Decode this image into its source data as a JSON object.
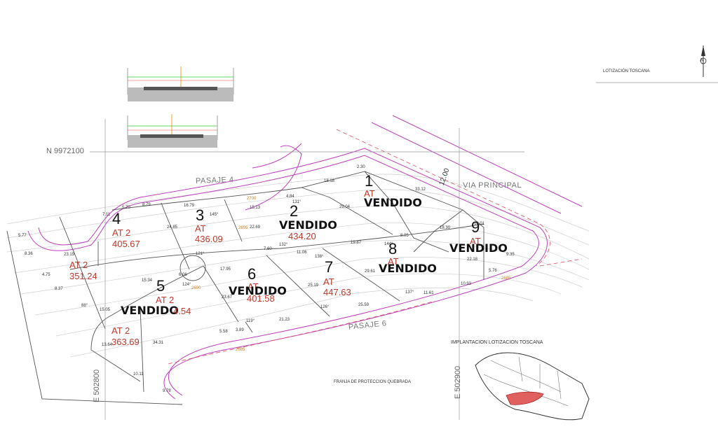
{
  "map": {
    "title": "LOTIZACIÓN TOSCANA",
    "inset_title": "IMPLANTACION LOTIZACION TOSCANA",
    "protection_strip": "FRANJA DE PROTECCION QUEBRADA",
    "north_arrow": "N",
    "coordinates": {
      "north": "N 9972100",
      "east_left": "E 502800",
      "east_right": "E 502900"
    },
    "roads": {
      "pasaje4": "PASAJE 4",
      "pasaje6": "PASAJE 6",
      "via_principal": "VIA PRINCIPAL",
      "road_width": "12.00"
    },
    "colors": {
      "lines": "#555555",
      "road_border": "#c040c0",
      "dashed": "#e05060",
      "lot_text": "#c0392b",
      "inset_highlight": "#e06060"
    },
    "lots": [
      {
        "number": "1",
        "at": "AT",
        "area": "",
        "status": "VENDIDO"
      },
      {
        "number": "2",
        "at": "AT",
        "area": "434.20",
        "status": "VENDIDO"
      },
      {
        "number": "3",
        "at": "AT",
        "area": "436.09",
        "status": ""
      },
      {
        "number": "4",
        "at": "AT 2",
        "area": "405.67",
        "status": ""
      },
      {
        "number": "5",
        "at": "AT 2",
        "area": "4.54",
        "status": "VENDIDO"
      },
      {
        "number": "6",
        "at": "AT",
        "area": "401.58",
        "status": "VENDIDO"
      },
      {
        "number": "7",
        "at": "AT",
        "area": "447.63",
        "status": ""
      },
      {
        "number": "8",
        "at": "AT",
        "area": "",
        "status": "VENDIDO"
      },
      {
        "number": "9",
        "at": "AT",
        "area": "",
        "status": "VENDIDO"
      }
    ],
    "unnumbered_lots": [
      {
        "at": "AT 2",
        "area": "351.24"
      },
      {
        "at": "AT 2",
        "area": "363.69"
      }
    ],
    "dimensions": [
      "2.30",
      "18.18",
      "33.12",
      "29.04",
      "4.84",
      "16.79",
      "15.13",
      "5.70",
      "8.79",
      "7.11",
      "5.77",
      "23.19",
      "8.36",
      "4.75",
      "8.37",
      "15.05",
      "13.64",
      "10.11",
      "9.78",
      "34.31",
      "24.85",
      "22.69",
      "15.34",
      "17.95",
      "6.06",
      "7.60",
      "11.06",
      "19.87",
      "8.05",
      "18.30",
      "16.01",
      "22.18",
      "5.76",
      "10.93",
      "11.61",
      "29.61",
      "25.59",
      "21.23",
      "5.58",
      "3.89",
      "23.67",
      "25.19",
      "9.35"
    ],
    "angles": [
      "145°",
      "131°",
      "121°",
      "124°",
      "132°",
      "138°",
      "144°",
      "137°",
      "126°",
      "119°",
      "88°"
    ],
    "elevations": [
      "2700",
      "2695",
      "2690",
      "2685",
      "2685"
    ]
  }
}
